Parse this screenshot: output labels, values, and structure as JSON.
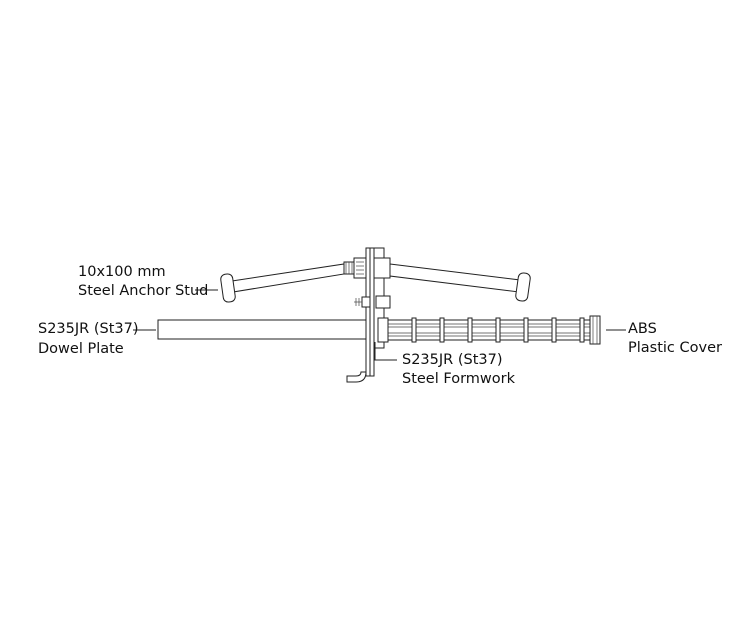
{
  "labels": {
    "anchor_stud_size": "10x100 mm",
    "anchor_stud_name": "Steel Anchor Stud",
    "dowel_plate_material": "S235JR (St37)",
    "dowel_plate_name": "Dowel Plate",
    "formwork_material": "S235JR (St37)",
    "formwork_name": "Steel Formwork",
    "cover_material": "ABS",
    "cover_name": "Plastic Cover"
  },
  "colors": {
    "line": "#222222",
    "text": "#111111",
    "background": "#ffffff"
  }
}
